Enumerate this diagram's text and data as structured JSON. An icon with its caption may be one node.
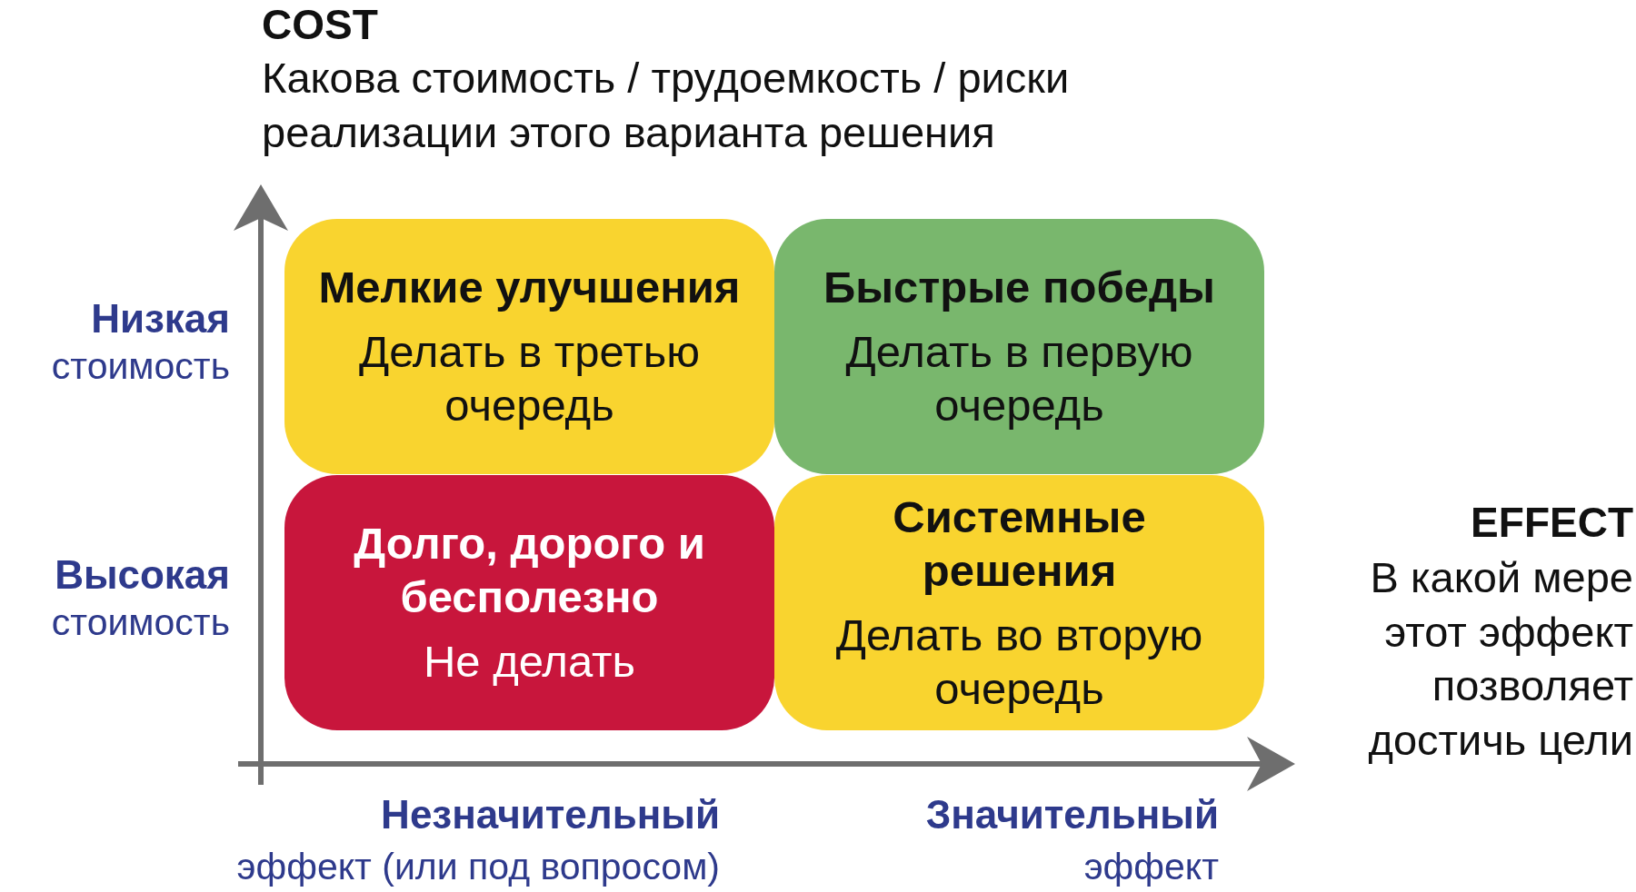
{
  "diagram": {
    "nodes": [
      {
        "text": [
          "Мелкие улучшения",
          "Делать в третью очередь"
        ]
      },
      {
        "text": [
          "Быстрые победы",
          "Делать в первую очередь"
        ]
      },
      {
        "text": [
          "Долго, дорого и бесполезно",
          "Не делать"
        ]
      },
      {
        "text": [
          "Системные решения",
          "Делать во вторую очередь"
        ]
      }
    ],
    "labels": [
      "COST",
      "Какова стоимость / трудоемкость / риски реализации этого варианта решения",
      "Низкая",
      "стоимость",
      "Высокая",
      "стоимость",
      "EFFECT",
      "В какой мере этот эффект позволяет достичь цели",
      "Незначительный",
      "эффект (или под вопросом)",
      "Значительный",
      "эффект"
    ]
  }
}
